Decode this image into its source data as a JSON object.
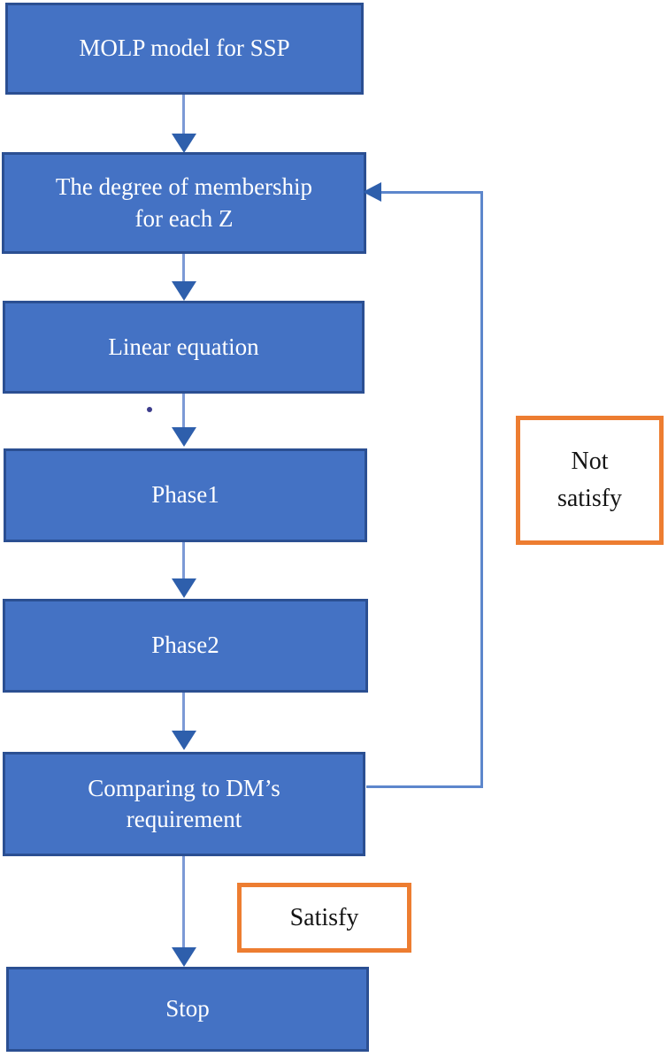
{
  "diagram": {
    "type": "flowchart",
    "colors": {
      "node_fill": "#4472C4",
      "node_border": "#2B4F92",
      "connector_line": "#7C9AD6",
      "arrowhead": "#2E5FAC",
      "feedback_line": "#5D87CC",
      "tag_border": "#ED7D31",
      "node_text": "#FFFFFF",
      "tag_text": "#141414"
    },
    "nodes": [
      {
        "id": "molp",
        "label": "MOLP model for SSP"
      },
      {
        "id": "degree",
        "label": "The degree of membership\nfor each Z"
      },
      {
        "id": "linear",
        "label": "Linear equation"
      },
      {
        "id": "phase1",
        "label": "Phase1"
      },
      {
        "id": "phase2",
        "label": "Phase2"
      },
      {
        "id": "comparing",
        "label": "Comparing to DM’s\nrequirement"
      },
      {
        "id": "stop",
        "label": "Stop"
      }
    ],
    "tags": [
      {
        "id": "not-satisfy",
        "label": "Not\nsatisfy"
      },
      {
        "id": "satisfy",
        "label": "Satisfy"
      }
    ],
    "edges": [
      {
        "from": "molp",
        "to": "degree"
      },
      {
        "from": "degree",
        "to": "linear"
      },
      {
        "from": "linear",
        "to": "phase1"
      },
      {
        "from": "phase1",
        "to": "phase2"
      },
      {
        "from": "phase2",
        "to": "comparing"
      },
      {
        "from": "comparing",
        "to": "stop",
        "label": "Satisfy"
      },
      {
        "from": "comparing",
        "to": "degree",
        "label": "Not satisfy",
        "style": "feedback-loop"
      }
    ]
  }
}
